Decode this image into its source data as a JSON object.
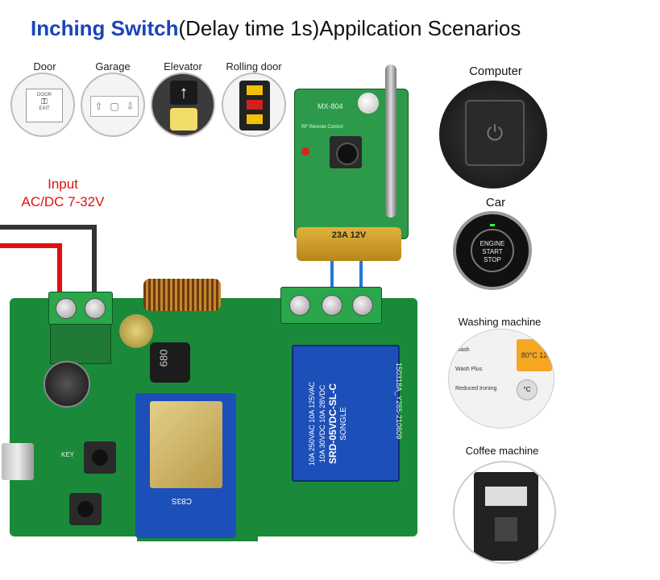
{
  "title": {
    "highlight": "Inching Switch",
    "rest": "(Delay time 1s)Appilcation Scenarios"
  },
  "top_scenarios": [
    {
      "label": "Door",
      "icon": "door-exit-button-icon"
    },
    {
      "label": "Garage",
      "icon": "garage-remote-icon"
    },
    {
      "label": "Elevator",
      "icon": "elevator-button-icon"
    },
    {
      "label": "Rolling door",
      "icon": "rolling-door-remote-icon"
    }
  ],
  "door_plate": {
    "line1": "DOOR",
    "line2": "EXIT"
  },
  "right_scenarios": [
    {
      "label": "Computer",
      "icon": "power-button-icon"
    },
    {
      "label": "Car",
      "icon": "engine-start-button-icon"
    },
    {
      "label": "Washing machine",
      "icon": "washing-machine-panel-icon"
    },
    {
      "label": "Coffee machine",
      "icon": "coffee-machine-icon"
    }
  ],
  "engine_button": {
    "line1": "ENGINE",
    "line2": "START",
    "line3": "STOP"
  },
  "washer_panel": {
    "opt1": "Wash",
    "opt2": "Wash Plus",
    "opt3": "Reduced Ironing",
    "display": "80°C 12",
    "unit": "°C"
  },
  "input": {
    "line1": "Input",
    "line2": "AC/DC 7-32V"
  },
  "remote": {
    "model": "MX-804",
    "caption": "RF Remote Control",
    "battery": "23A 12V"
  },
  "relay": {
    "line1": "10A 250VAC 10A 125VAC",
    "line2": "10A 30VDC 10A 28VDC",
    "model": "SRD-05VDC-SL-C",
    "brand": "SONGLE"
  },
  "board": {
    "module": "C83S",
    "pcb_code": "150318A_Y265-210609",
    "inductor": "680",
    "key": "KEY"
  },
  "colors": {
    "title_blue": "#1a44b8",
    "input_red": "#e01010",
    "pcb_green": "#1a8a3a",
    "relay_blue": "#1d4fb8"
  }
}
